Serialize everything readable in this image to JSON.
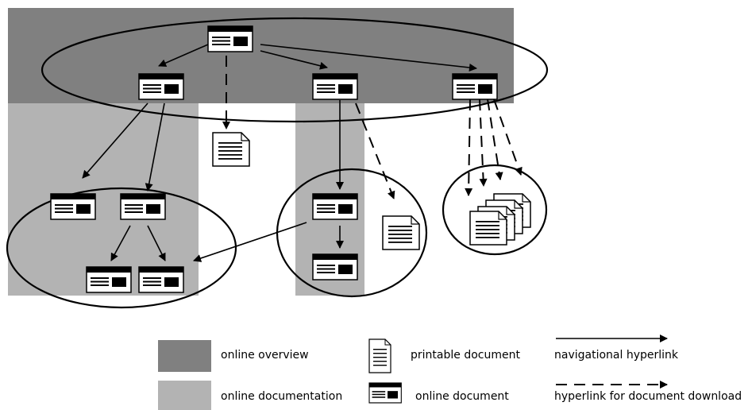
{
  "legend": {
    "online_overview": "online overview",
    "online_documentation": "online documentation",
    "printable_document": "printable document",
    "online_document": "online document",
    "navigational_hyperlink": "navigational hyperlink",
    "download_hyperlink": "hyperlink for document download"
  },
  "colors": {
    "overview_region": "#808080",
    "documentation_region": "#b3b3b3",
    "line": "#000000",
    "page_bg": "#ffffff"
  },
  "icons": {
    "online_document": "online-document-icon",
    "printable_document": "printable-document-icon"
  }
}
